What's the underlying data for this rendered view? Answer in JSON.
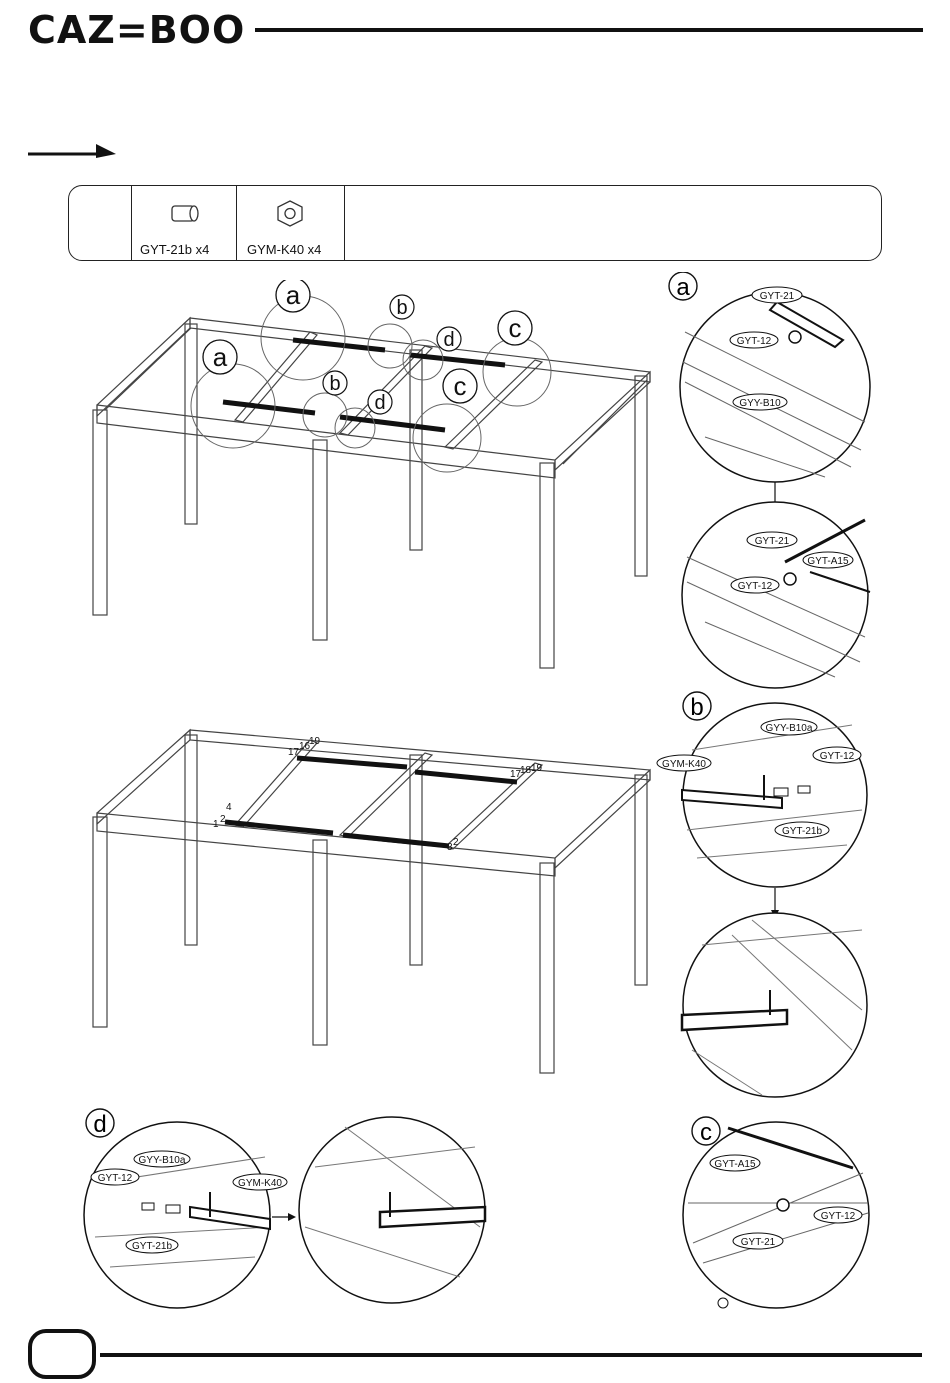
{
  "header": {
    "brand": "CAZ=BOO"
  },
  "parts": [
    {
      "icon": "tube-icon",
      "label": "GYT-21b  x4"
    },
    {
      "icon": "nut-icon",
      "label": "GYM-K40 x4"
    }
  ],
  "overview_callouts": [
    "a",
    "b",
    "d",
    "c",
    "a",
    "b",
    "d",
    "c"
  ],
  "final_numbers": [
    "17",
    "16",
    "19",
    "17",
    "18",
    "19",
    "1",
    "2",
    "4",
    "3",
    "2"
  ],
  "detail_a": {
    "tag": "a",
    "top_labels": [
      "GYT-21",
      "GYT-12",
      "GYY-B10"
    ],
    "bottom_labels": [
      "GYT-21",
      "GYT-A15",
      "GYT-12"
    ]
  },
  "detail_b": {
    "tag": "b",
    "labels": [
      "GYY-B10a",
      "GYM-K40",
      "GYT-12",
      "GYT-21b"
    ]
  },
  "detail_c": {
    "tag": "c",
    "labels": [
      "GYT-A15",
      "GYT-12",
      "GYT-21"
    ]
  },
  "detail_d": {
    "tag": "d",
    "labels": [
      "GYY-B10a",
      "GYT-12",
      "GYM-K40",
      "GYT-21b"
    ]
  }
}
